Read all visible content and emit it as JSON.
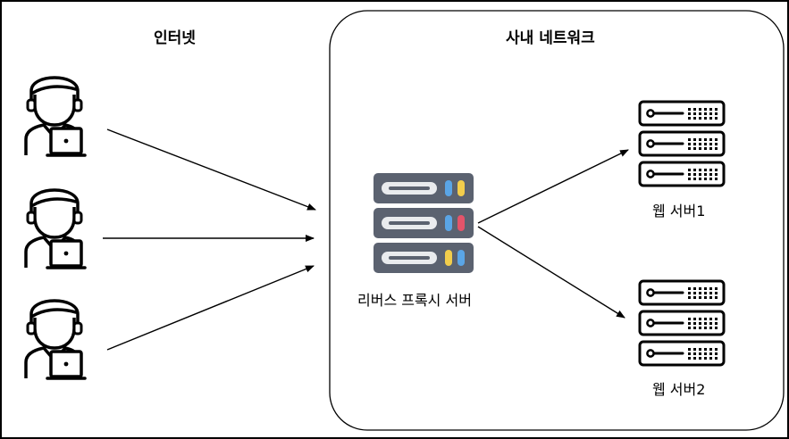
{
  "sections": {
    "internet_title": "인터넷",
    "intranet_title": "사내 네트워크"
  },
  "nodes": {
    "proxy_label": "리버스 프록시 서버",
    "web1_label": "웹 서버1",
    "web2_label": "웹 서버2"
  },
  "colors": {
    "line": "#000000",
    "proxy_body": "#5b6270",
    "proxy_slot": "#e9ebee",
    "light_blue": "#5aa5e6",
    "light_yellow": "#f2cd4c",
    "light_red": "#e4546a"
  },
  "icons": {
    "client": "user-laptop-icon",
    "proxy": "server-rack-colored-icon",
    "web_server": "server-rack-outline-icon"
  }
}
